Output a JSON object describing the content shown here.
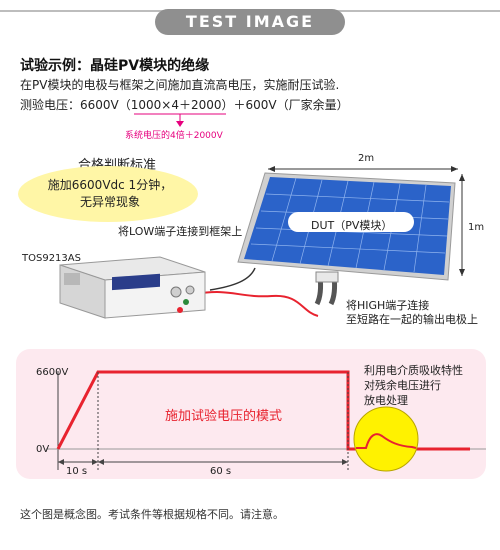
{
  "header": {
    "title": "TEST IMAGE"
  },
  "example": {
    "title": "试验示例：晶硅PV模块的绝缘",
    "desc": "在PV模块的电极与框架之间施加直流高电压，实施耐压试验.",
    "voltage": "测验电压：6600V（1000×4＋2000）＋600V（厂家余量）",
    "annotation": "系统电压的4倍＋2000V"
  },
  "criteria": {
    "title": "合格判断标准",
    "line1": "施加6600Vdc 1分钟，",
    "line2": "无异常现象"
  },
  "device": {
    "model": "TOS9213AS"
  },
  "panel": {
    "label": "DUT（PV模块）",
    "width_label": "2m",
    "height_label": "1m"
  },
  "callouts": {
    "low": "将LOW端子连接到框架上",
    "high_line1": "将HIGH端子连接",
    "high_line2": "至短路在一起的输出电极上"
  },
  "waveform": {
    "y_high": "6600V",
    "y_low": "0V",
    "t1": "10 s",
    "t2": "60 s",
    "center_label": "施加试验电压的模式",
    "discharge_line1": "利用电介质吸收特性",
    "discharge_line2": "对残余电压进行",
    "discharge_line3": "放电处理"
  },
  "footer": {
    "note": "这个图是概念图。考试条件等根据规格不同。请注意。"
  },
  "colors": {
    "accent": "#e6007e",
    "wave": "#e8232f",
    "panel": "#2b63c9",
    "callout_bg": "#fff6a6",
    "chart_bg": "#fde9ef"
  }
}
